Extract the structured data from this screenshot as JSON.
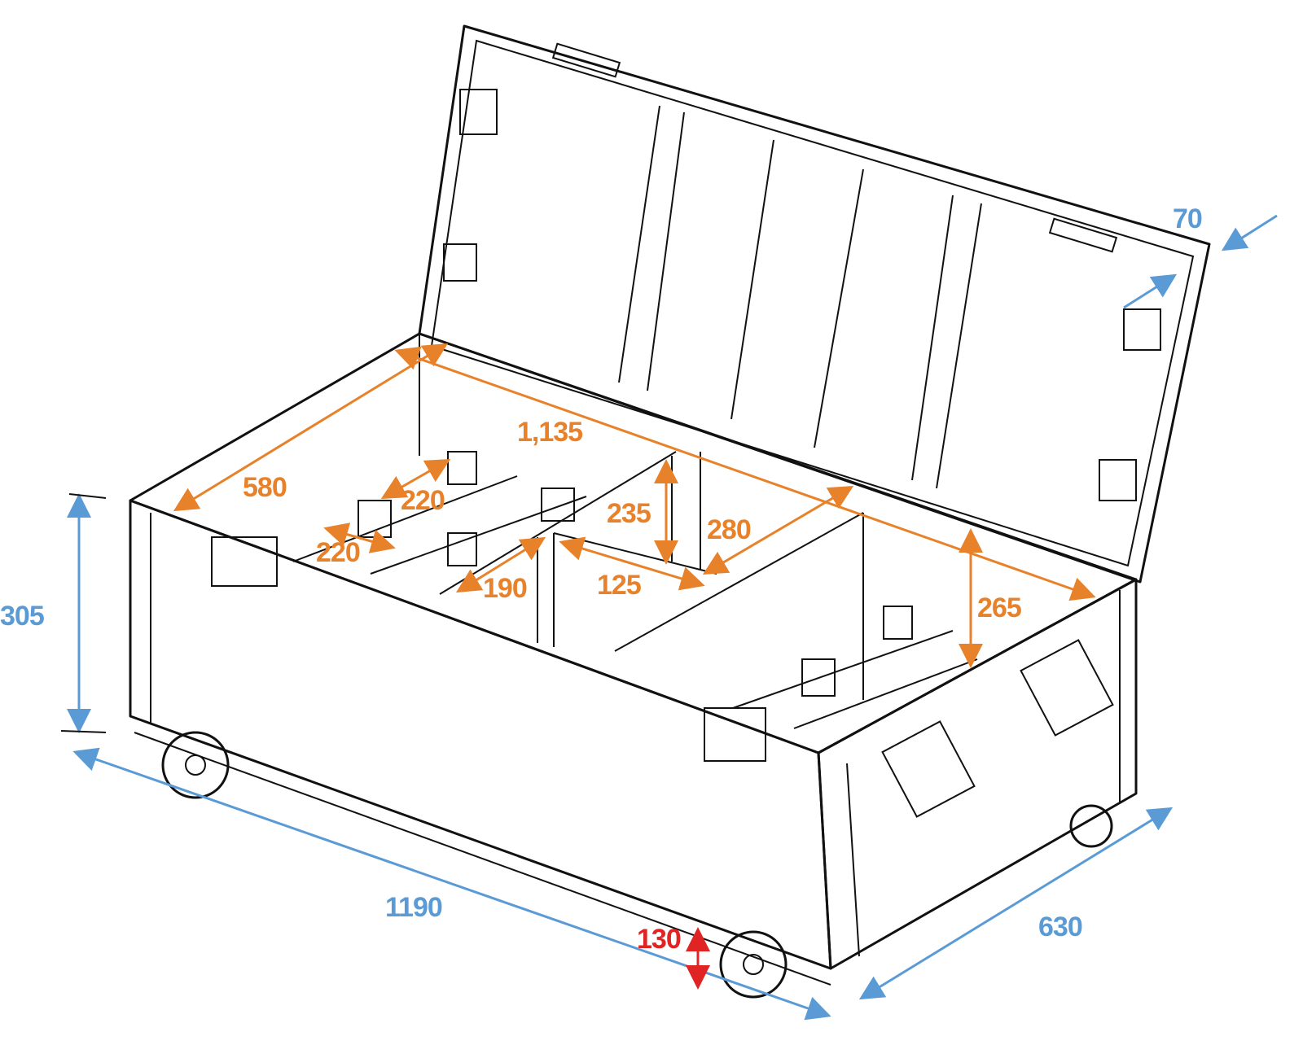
{
  "colors": {
    "outer_dimension": "#5b9bd5",
    "inner_dimension": "#e8822a",
    "wheel_dimension": "#e02424"
  },
  "outer_dimensions": {
    "height": "305",
    "length": "1190",
    "depth": "630",
    "lid_height": "70"
  },
  "inner_dimensions": {
    "length": "1,135",
    "depth": "580",
    "compartment_width_a": "220",
    "compartment_depth_a": "220",
    "divider_height": "235",
    "compartment_depth_b": "280",
    "compartment_depth_c": "190",
    "compartment_width_c": "125",
    "interior_height": "265"
  },
  "wheel_dimensions": {
    "wheel_height": "130"
  }
}
